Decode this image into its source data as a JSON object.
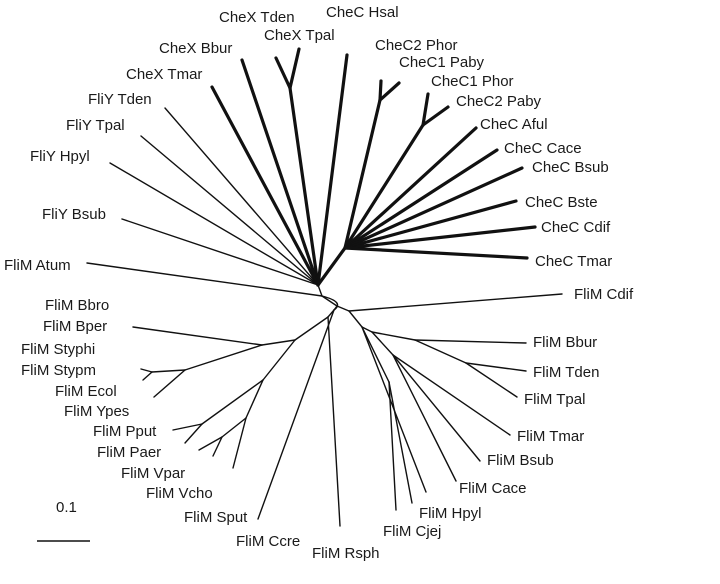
{
  "diagram": {
    "type": "unrooted phylogenetic tree",
    "scale_bar_label": "0.1",
    "clades": {
      "chec_chex": {
        "style": "bold",
        "taxa": [
          "CheX Tden",
          "CheX Tpal",
          "CheX Bbur",
          "CheX Tmar",
          "CheC Hsal",
          "CheC2 Phor",
          "CheC1 Paby",
          "CheC1 Phor",
          "CheC2 Paby",
          "CheC Aful",
          "CheC Cace",
          "CheC Bsub",
          "CheC Bste",
          "CheC Cdif",
          "CheC Tmar"
        ]
      },
      "fliy": {
        "style": "thin",
        "taxa": [
          "FliY Tden",
          "FliY Tpal",
          "FliY Hpyl",
          "FliY Bsub"
        ]
      },
      "flim": {
        "style": "thin",
        "taxa": [
          "FliM Atum",
          "FliM Cdif",
          "FliM Bbro",
          "FliM Bper",
          "FliM Styphi",
          "FliM Stypm",
          "FliM Ecol",
          "FliM Ypes",
          "FliM Pput",
          "FliM Paer",
          "FliM Vpar",
          "FliM Vcho",
          "FliM Sput",
          "FliM Ccre",
          "FliM Rsph",
          "FliM Cjej",
          "FliM Hpyl",
          "FliM Cace",
          "FliM Bsub",
          "FliM Tmar",
          "FliM Tpal",
          "FliM Tden",
          "FliM Bbur"
        ]
      }
    },
    "labels": {
      "chex_tden": "CheX Tden",
      "chex_tpal": "CheX Tpal",
      "chex_bbur": "CheX Bbur",
      "chex_tmar": "CheX Tmar",
      "chec_hsal": "CheC Hsal",
      "chec2_phor": "CheC2 Phor",
      "chec1_paby": "CheC1 Paby",
      "chec1_phor": "CheC1 Phor",
      "chec2_paby": "CheC2 Paby",
      "chec_aful": "CheC Aful",
      "chec_cace": "CheC Cace",
      "chec_bsub": "CheC Bsub",
      "chec_bste": "CheC Bste",
      "chec_cdif": "CheC Cdif",
      "chec_tmar": "CheC Tmar",
      "fliy_tden": "FliY Tden",
      "fliy_tpal": "FliY Tpal",
      "fliy_hpyl": "FliY Hpyl",
      "fliy_bsub": "FliY Bsub",
      "flim_atum": "FliM Atum",
      "flim_cdif": "FliM Cdif",
      "flim_bbro": "FliM Bbro",
      "flim_bper": "FliM Bper",
      "flim_styphi": "FliM Styphi",
      "flim_stypm": "FliM Stypm",
      "flim_ecol": "FliM Ecol",
      "flim_ypes": "FliM Ypes",
      "flim_pput": "FliM Pput",
      "flim_paer": "FliM Paer",
      "flim_vpar": "FliM Vpar",
      "flim_vcho": "FliM Vcho",
      "flim_sput": "FliM Sput",
      "flim_ccre": "FliM Ccre",
      "flim_rsph": "FliM Rsph",
      "flim_cjej": "FliM Cjej",
      "flim_hpyl": "FliM Hpyl",
      "flim_cace": "FliM Cace",
      "flim_bsub": "FliM Bsub",
      "flim_tmar": "FliM Tmar",
      "flim_tpal": "FliM Tpal",
      "flim_tden": "FliM Tden",
      "flim_bbur": "FliM Bbur"
    }
  }
}
